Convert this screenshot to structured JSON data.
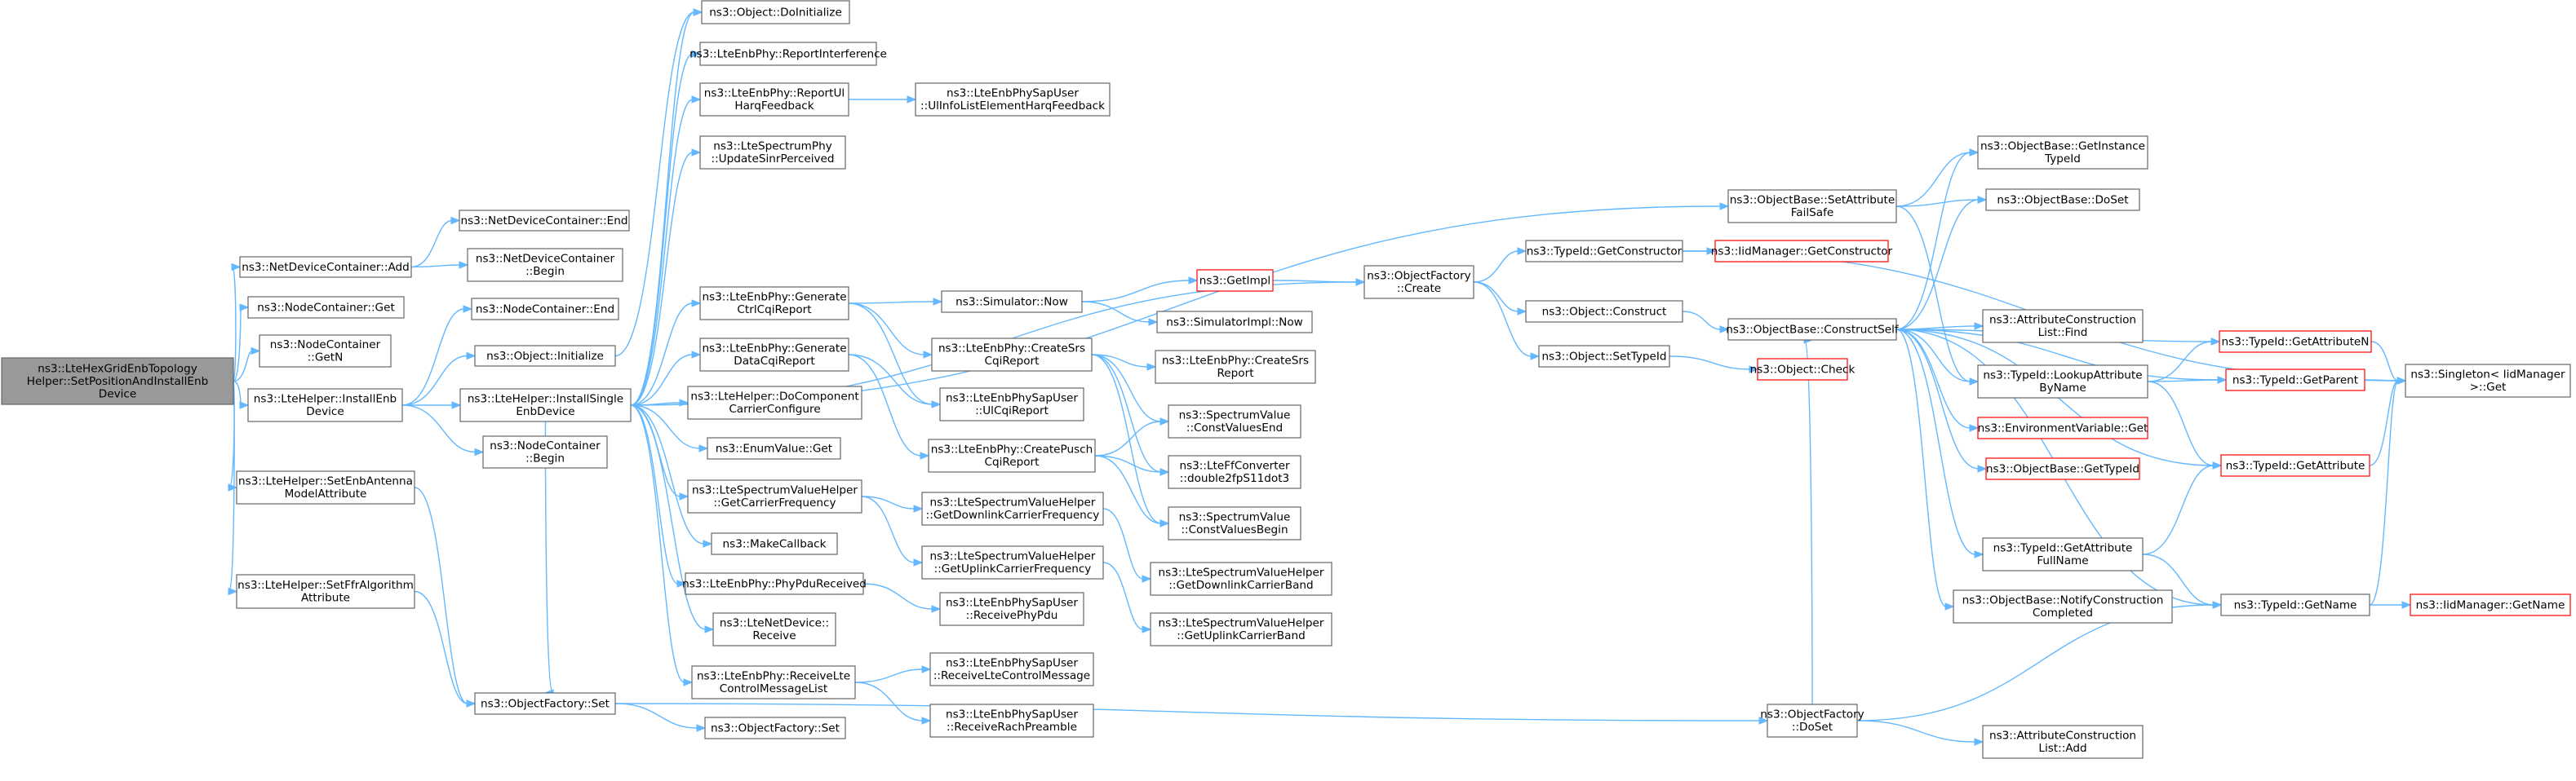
{
  "graph": {
    "colors": {
      "edge": "#63b8ff",
      "node_border": "#666666",
      "node_border_highlight": "#ff0000",
      "root_fill": "#999999"
    },
    "nodes": [
      {
        "id": "root",
        "lines": [
          "ns3::LteHexGridEnbTopology",
          "Helper::SetPositionAndInstallEnb",
          "Device"
        ],
        "root": true
      },
      {
        "id": "ndc_add",
        "lines": [
          "ns3::NetDeviceContainer::Add"
        ]
      },
      {
        "id": "ndc_end",
        "lines": [
          "ns3::NetDeviceContainer::End"
        ]
      },
      {
        "id": "ndc_begin",
        "lines": [
          "ns3::NetDeviceContainer",
          "::Begin"
        ]
      },
      {
        "id": "nc_get",
        "lines": [
          "ns3::NodeContainer::Get"
        ]
      },
      {
        "id": "nc_getn",
        "lines": [
          "ns3::NodeContainer",
          "::GetN"
        ]
      },
      {
        "id": "lh_install",
        "lines": [
          "ns3::LteHelper::InstallEnb",
          "Device"
        ]
      },
      {
        "id": "nc_end",
        "lines": [
          "ns3::NodeContainer::End"
        ]
      },
      {
        "id": "obj_init",
        "lines": [
          "ns3::Object::Initialize"
        ]
      },
      {
        "id": "lh_single",
        "lines": [
          "ns3::LteHelper::InstallSingle",
          "EnbDevice"
        ]
      },
      {
        "id": "nc_begin",
        "lines": [
          "ns3::NodeContainer",
          "::Begin"
        ]
      },
      {
        "id": "lh_antenna",
        "lines": [
          "ns3::LteHelper::SetEnbAntenna",
          "ModelAttribute"
        ]
      },
      {
        "id": "lh_ffr",
        "lines": [
          "ns3::LteHelper::SetFfrAlgorithm",
          "Attribute"
        ]
      },
      {
        "id": "of_set",
        "lines": [
          "ns3::ObjectFactory::Set"
        ]
      },
      {
        "id": "of_set2",
        "lines": [
          "ns3::ObjectFactory::Set"
        ]
      },
      {
        "id": "obj_doinit",
        "lines": [
          "ns3::Object::DoInitialize"
        ]
      },
      {
        "id": "enb_report_interf",
        "lines": [
          "ns3::LteEnbPhy::ReportInterference"
        ]
      },
      {
        "id": "enb_report_ul",
        "lines": [
          "ns3::LteEnbPhy::ReportUl",
          "HarqFeedback"
        ]
      },
      {
        "id": "sap_ulinfo",
        "lines": [
          "ns3::LteEnbPhySapUser",
          "::UlInfoListElementHarqFeedback"
        ]
      },
      {
        "id": "spec_update",
        "lines": [
          "ns3::LteSpectrumPhy",
          "::UpdateSinrPerceived"
        ]
      },
      {
        "id": "enb_gen_ctrl",
        "lines": [
          "ns3::LteEnbPhy::Generate",
          "CtrlCqiReport"
        ]
      },
      {
        "id": "enb_gen_data",
        "lines": [
          "ns3::LteEnbPhy::Generate",
          "DataCqiReport"
        ]
      },
      {
        "id": "lh_docomp",
        "lines": [
          "ns3::LteHelper::DoComponent",
          "CarrierConfigure"
        ]
      },
      {
        "id": "enum_get",
        "lines": [
          "ns3::EnumValue::Get"
        ]
      },
      {
        "id": "svh_carrier",
        "lines": [
          "ns3::LteSpectrumValueHelper",
          "::GetCarrierFrequency"
        ]
      },
      {
        "id": "make_cb",
        "lines": [
          "ns3::MakeCallback"
        ]
      },
      {
        "id": "enb_phypdu",
        "lines": [
          "ns3::LteEnbPhy::PhyPduReceived"
        ]
      },
      {
        "id": "netdev_recv",
        "lines": [
          "ns3::LteNetDevice::",
          "Receive"
        ]
      },
      {
        "id": "enb_recv_ctrl",
        "lines": [
          "ns3::LteEnbPhy::ReceiveLte",
          "ControlMessageList"
        ]
      },
      {
        "id": "sim_now",
        "lines": [
          "ns3::Simulator::Now"
        ]
      },
      {
        "id": "get_impl",
        "lines": [
          "ns3::GetImpl"
        ],
        "red": true
      },
      {
        "id": "simimpl_now",
        "lines": [
          "ns3::SimulatorImpl::Now"
        ]
      },
      {
        "id": "enb_create_srs",
        "lines": [
          "ns3::LteEnbPhy::CreateSrs",
          "CqiReport"
        ]
      },
      {
        "id": "sap_ulcqi",
        "lines": [
          "ns3::LteEnbPhySapUser",
          "::UlCqiReport"
        ]
      },
      {
        "id": "enb_create_pusch",
        "lines": [
          "ns3::LteEnbPhy::CreatePusch",
          "CqiReport"
        ]
      },
      {
        "id": "svh_dl_freq",
        "lines": [
          "ns3::LteSpectrumValueHelper",
          "::GetDownlinkCarrierFrequency"
        ]
      },
      {
        "id": "svh_ul_freq",
        "lines": [
          "ns3::LteSpectrumValueHelper",
          "::GetUplinkCarrierFrequency"
        ]
      },
      {
        "id": "sap_recv_pdu",
        "lines": [
          "ns3::LteEnbPhySapUser",
          "::ReceivePhyPdu"
        ]
      },
      {
        "id": "sap_recv_ctrl",
        "lines": [
          "ns3::LteEnbPhySapUser",
          "::ReceiveLteControlMessage"
        ]
      },
      {
        "id": "sap_recv_rach",
        "lines": [
          "ns3::LteEnbPhySapUser",
          "::ReceiveRachPreamble"
        ]
      },
      {
        "id": "enb_create_srs_rep",
        "lines": [
          "ns3::LteEnbPhy::CreateSrs",
          "Report"
        ]
      },
      {
        "id": "sv_end",
        "lines": [
          "ns3::SpectrumValue",
          "::ConstValuesEnd"
        ]
      },
      {
        "id": "ffconv",
        "lines": [
          "ns3::LteFfConverter",
          "::double2fpS11dot3"
        ]
      },
      {
        "id": "sv_begin",
        "lines": [
          "ns3::SpectrumValue",
          "::ConstValuesBegin"
        ]
      },
      {
        "id": "svh_dl_band",
        "lines": [
          "ns3::LteSpectrumValueHelper",
          "::GetDownlinkCarrierBand"
        ]
      },
      {
        "id": "svh_ul_band",
        "lines": [
          "ns3::LteSpectrumValueHelper",
          "::GetUplinkCarrierBand"
        ]
      },
      {
        "id": "of_create",
        "lines": [
          "ns3::ObjectFactory",
          "::Create"
        ]
      },
      {
        "id": "tid_getctor",
        "lines": [
          "ns3::TypeId::GetConstructor"
        ]
      },
      {
        "id": "iid_getctor",
        "lines": [
          "ns3::IidManager::GetConstructor"
        ],
        "red": true
      },
      {
        "id": "obj_construct",
        "lines": [
          "ns3::Object::Construct"
        ]
      },
      {
        "id": "obj_settypeid",
        "lines": [
          "ns3::Object::SetTypeId"
        ]
      },
      {
        "id": "obj_check",
        "lines": [
          "ns3::Object::Check"
        ],
        "red": true
      },
      {
        "id": "ob_setattr",
        "lines": [
          "ns3::ObjectBase::SetAttribute",
          "FailSafe"
        ]
      },
      {
        "id": "ob_constructself",
        "lines": [
          "ns3::ObjectBase::ConstructSelf"
        ]
      },
      {
        "id": "of_doset",
        "lines": [
          "ns3::ObjectFactory",
          "::DoSet"
        ]
      },
      {
        "id": "ob_getinst",
        "lines": [
          "ns3::ObjectBase::GetInstance",
          "TypeId"
        ]
      },
      {
        "id": "ob_doset",
        "lines": [
          "ns3::ObjectBase::DoSet"
        ]
      },
      {
        "id": "acl_find",
        "lines": [
          "ns3::AttributeConstruction",
          "List::Find"
        ]
      },
      {
        "id": "tid_lookup",
        "lines": [
          "ns3::TypeId::LookupAttribute",
          "ByName"
        ]
      },
      {
        "id": "env_get",
        "lines": [
          "ns3::EnvironmentVariable::Get"
        ],
        "red": true
      },
      {
        "id": "ob_gettypeid",
        "lines": [
          "ns3::ObjectBase::GetTypeId"
        ],
        "red": true
      },
      {
        "id": "tid_getattrfull",
        "lines": [
          "ns3::TypeId::GetAttribute",
          "FullName"
        ]
      },
      {
        "id": "ob_notify",
        "lines": [
          "ns3::ObjectBase::NotifyConstruction",
          "Completed"
        ]
      },
      {
        "id": "acl_add",
        "lines": [
          "ns3::AttributeConstruction",
          "List::Add"
        ]
      },
      {
        "id": "tid_getattrn",
        "lines": [
          "ns3::TypeId::GetAttributeN"
        ],
        "red": true
      },
      {
        "id": "tid_getparent",
        "lines": [
          "ns3::TypeId::GetParent"
        ],
        "red": true
      },
      {
        "id": "tid_getattr",
        "lines": [
          "ns3::TypeId::GetAttribute"
        ],
        "red": true
      },
      {
        "id": "tid_getname",
        "lines": [
          "ns3::TypeId::GetName"
        ]
      },
      {
        "id": "iid_getname",
        "lines": [
          "ns3::IidManager::GetName"
        ],
        "red": true
      },
      {
        "id": "singleton_get",
        "lines": [
          "ns3::Singleton< IidManager",
          ">::Get"
        ]
      }
    ],
    "edges": [
      [
        "root",
        "ndc_add"
      ],
      [
        "root",
        "nc_get"
      ],
      [
        "root",
        "nc_getn"
      ],
      [
        "root",
        "lh_install"
      ],
      [
        "root",
        "lh_antenna"
      ],
      [
        "root",
        "lh_ffr"
      ],
      [
        "ndc_add",
        "ndc_end"
      ],
      [
        "ndc_add",
        "ndc_begin"
      ],
      [
        "lh_install",
        "nc_end"
      ],
      [
        "lh_install",
        "obj_init"
      ],
      [
        "lh_install",
        "lh_single"
      ],
      [
        "lh_install",
        "nc_begin"
      ],
      [
        "lh_antenna",
        "of_set"
      ],
      [
        "lh_ffr",
        "of_set"
      ],
      [
        "of_set",
        "of_set2"
      ],
      [
        "of_set",
        "of_doset"
      ],
      [
        "obj_init",
        "obj_doinit"
      ],
      [
        "lh_single",
        "obj_doinit"
      ],
      [
        "lh_single",
        "enb_report_interf"
      ],
      [
        "lh_single",
        "enb_report_ul"
      ],
      [
        "lh_single",
        "spec_update"
      ],
      [
        "lh_single",
        "enb_gen_ctrl"
      ],
      [
        "lh_single",
        "enb_gen_data"
      ],
      [
        "lh_single",
        "lh_docomp"
      ],
      [
        "lh_single",
        "enum_get"
      ],
      [
        "lh_single",
        "svh_carrier"
      ],
      [
        "lh_single",
        "make_cb"
      ],
      [
        "lh_single",
        "enb_phypdu"
      ],
      [
        "lh_single",
        "netdev_recv"
      ],
      [
        "lh_single",
        "enb_recv_ctrl"
      ],
      [
        "lh_single",
        "of_create"
      ],
      [
        "lh_single",
        "ob_setattr"
      ],
      [
        "lh_single",
        "of_set"
      ],
      [
        "enb_report_ul",
        "sap_ulinfo"
      ],
      [
        "enb_gen_ctrl",
        "sim_now"
      ],
      [
        "enb_gen_ctrl",
        "enb_create_srs"
      ],
      [
        "enb_gen_ctrl",
        "sap_ulcqi"
      ],
      [
        "enb_gen_data",
        "enb_create_pusch"
      ],
      [
        "enb_gen_data",
        "sap_ulcqi"
      ],
      [
        "svh_carrier",
        "svh_dl_freq"
      ],
      [
        "svh_carrier",
        "svh_ul_freq"
      ],
      [
        "enb_phypdu",
        "sap_recv_pdu"
      ],
      [
        "enb_recv_ctrl",
        "sap_recv_ctrl"
      ],
      [
        "enb_recv_ctrl",
        "sap_recv_rach"
      ],
      [
        "sim_now",
        "get_impl"
      ],
      [
        "sim_now",
        "simimpl_now"
      ],
      [
        "get_impl",
        "of_create"
      ],
      [
        "enb_create_srs",
        "enb_create_srs_rep"
      ],
      [
        "enb_create_srs",
        "sv_end"
      ],
      [
        "enb_create_srs",
        "ffconv"
      ],
      [
        "enb_create_srs",
        "sv_begin"
      ],
      [
        "enb_create_pusch",
        "sv_end"
      ],
      [
        "enb_create_pusch",
        "ffconv"
      ],
      [
        "enb_create_pusch",
        "sv_begin"
      ],
      [
        "svh_dl_freq",
        "svh_dl_band"
      ],
      [
        "svh_ul_freq",
        "svh_ul_band"
      ],
      [
        "of_create",
        "tid_getctor"
      ],
      [
        "of_create",
        "obj_construct"
      ],
      [
        "of_create",
        "obj_settypeid"
      ],
      [
        "tid_getctor",
        "iid_getctor"
      ],
      [
        "tid_getctor",
        "singleton_get"
      ],
      [
        "obj_construct",
        "ob_constructself"
      ],
      [
        "obj_settypeid",
        "obj_check"
      ],
      [
        "ob_setattr",
        "ob_getinst"
      ],
      [
        "ob_setattr",
        "ob_doset"
      ],
      [
        "ob_setattr",
        "tid_lookup"
      ],
      [
        "ob_constructself",
        "ob_getinst"
      ],
      [
        "ob_constructself",
        "ob_doset"
      ],
      [
        "ob_constructself",
        "acl_find"
      ],
      [
        "ob_constructself",
        "tid_lookup"
      ],
      [
        "ob_constructself",
        "env_get"
      ],
      [
        "ob_constructself",
        "ob_gettypeid"
      ],
      [
        "ob_constructself",
        "tid_getattrfull"
      ],
      [
        "ob_constructself",
        "ob_notify"
      ],
      [
        "ob_constructself",
        "tid_getattrn"
      ],
      [
        "ob_constructself",
        "tid_getparent"
      ],
      [
        "ob_constructself",
        "tid_getattr"
      ],
      [
        "ob_constructself",
        "tid_getname"
      ],
      [
        "of_doset",
        "ob_constructself"
      ],
      [
        "of_doset",
        "tid_getname"
      ],
      [
        "of_doset",
        "acl_add"
      ],
      [
        "tid_lookup",
        "tid_getattrn"
      ],
      [
        "tid_lookup",
        "tid_getparent"
      ],
      [
        "tid_lookup",
        "tid_getattr"
      ],
      [
        "tid_getattrfull",
        "tid_getattr"
      ],
      [
        "tid_getattrfull",
        "tid_getname"
      ],
      [
        "tid_getattrn",
        "singleton_get"
      ],
      [
        "tid_getparent",
        "singleton_get"
      ],
      [
        "tid_getattr",
        "singleton_get"
      ],
      [
        "tid_getname",
        "iid_getname"
      ],
      [
        "tid_getname",
        "singleton_get"
      ]
    ]
  }
}
